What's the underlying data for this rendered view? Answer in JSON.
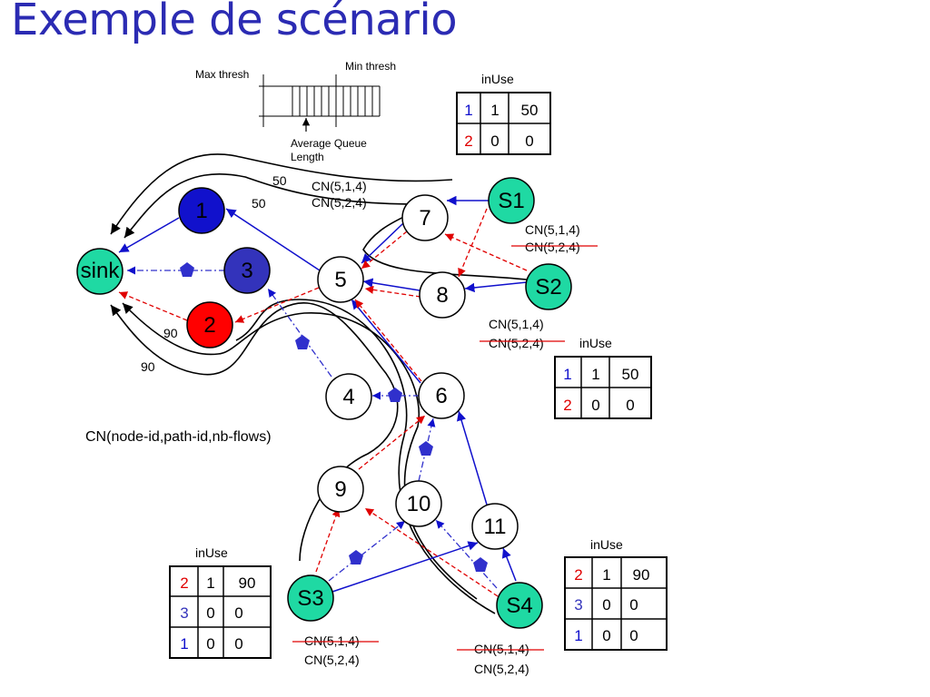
{
  "title": "Exemple de scénario",
  "colors": {
    "title": "#2b2bb3",
    "sink_node": "#1fd9a3",
    "node1": "#1111cc",
    "node2": "#ff0000",
    "node3": "#3333bb",
    "blue_link": "#1010cc",
    "red_link": "#e00000",
    "probe": "#3030cc"
  },
  "queue_legend": {
    "max_thresh": "Max thresh",
    "min_thresh": "Min thresh",
    "avg_line1": "Average Queue",
    "avg_line2": "Length"
  },
  "nodes": {
    "sink": "sink",
    "n1": "1",
    "n2": "2",
    "n3": "3",
    "n4": "4",
    "n5": "5",
    "n6": "6",
    "n7": "7",
    "n8": "8",
    "n9": "9",
    "n10": "10",
    "n11": "11",
    "s1": "S1",
    "s2": "S2",
    "s3": "S3",
    "s4": "S4"
  },
  "path_labels": {
    "p50a": "50",
    "p50b": "50",
    "p90a": "90",
    "p90b": "90"
  },
  "cn_messages": {
    "top_a": "CN(5,1,4)",
    "top_b": "CN(5,2,4)",
    "s2_a": "CN(5,1,4)",
    "s2_b": "CN(5,2,4)",
    "mid_a": "CN(5,1,4)",
    "mid_b": "CN(5,2,4)",
    "s3_a": "CN(5,1,4)",
    "s3_b": "CN(5,2,4)",
    "s4_a": "CN(5,1,4)",
    "s4_b": "CN(5,2,4)",
    "legend": "CN(node-id,path-id,nb-flows)"
  },
  "tables": {
    "s1": {
      "title": "inUse",
      "rows": [
        [
          "1",
          "1",
          "50"
        ],
        [
          "2",
          "0",
          "0"
        ]
      ]
    },
    "s2": {
      "title": "inUse",
      "rows": [
        [
          "1",
          "1",
          "50"
        ],
        [
          "2",
          "0",
          "0"
        ]
      ]
    },
    "s3": {
      "title": "inUse",
      "rows": [
        [
          "2",
          "1",
          "90"
        ],
        [
          "3",
          "0",
          "0"
        ],
        [
          "1",
          "0",
          "0"
        ]
      ]
    },
    "s4": {
      "title": "inUse",
      "rows": [
        [
          "2",
          "1",
          "90"
        ],
        [
          "3",
          "0",
          "0"
        ],
        [
          "1",
          "0",
          "0"
        ]
      ]
    }
  }
}
